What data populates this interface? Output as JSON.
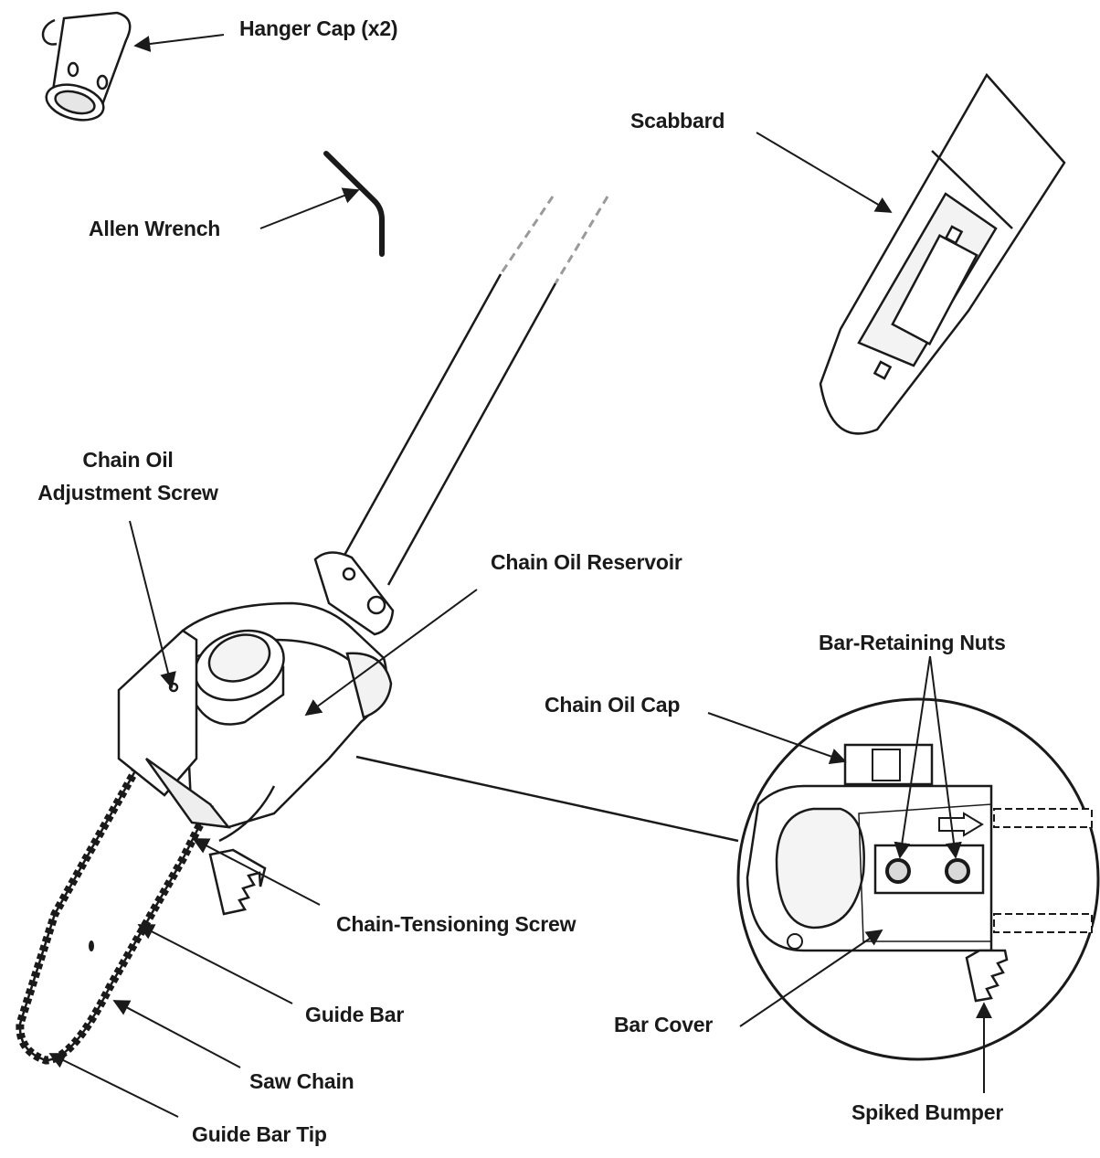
{
  "diagram": {
    "labels": {
      "hanger_cap": "Hanger Cap (x2)",
      "scabbard": "Scabbard",
      "allen_wrench": "Allen Wrench",
      "chain_oil_adjustment_line1": "Chain Oil",
      "chain_oil_adjustment_line2": "Adjustment Screw",
      "chain_oil_reservoir": "Chain Oil Reservoir",
      "bar_retaining_nuts": "Bar-Retaining Nuts",
      "chain_oil_cap": "Chain Oil Cap",
      "chain_tensioning_screw": "Chain-Tensioning Screw",
      "guide_bar": "Guide Bar",
      "bar_cover": "Bar Cover",
      "saw_chain": "Saw Chain",
      "spiked_bumper": "Spiked Bumper",
      "guide_bar_tip": "Guide Bar Tip"
    },
    "colors": {
      "line": "#1a1a1a",
      "fill": "#ffffff",
      "shade": "#d9d9d9",
      "dash": "#9a9a9a"
    }
  }
}
